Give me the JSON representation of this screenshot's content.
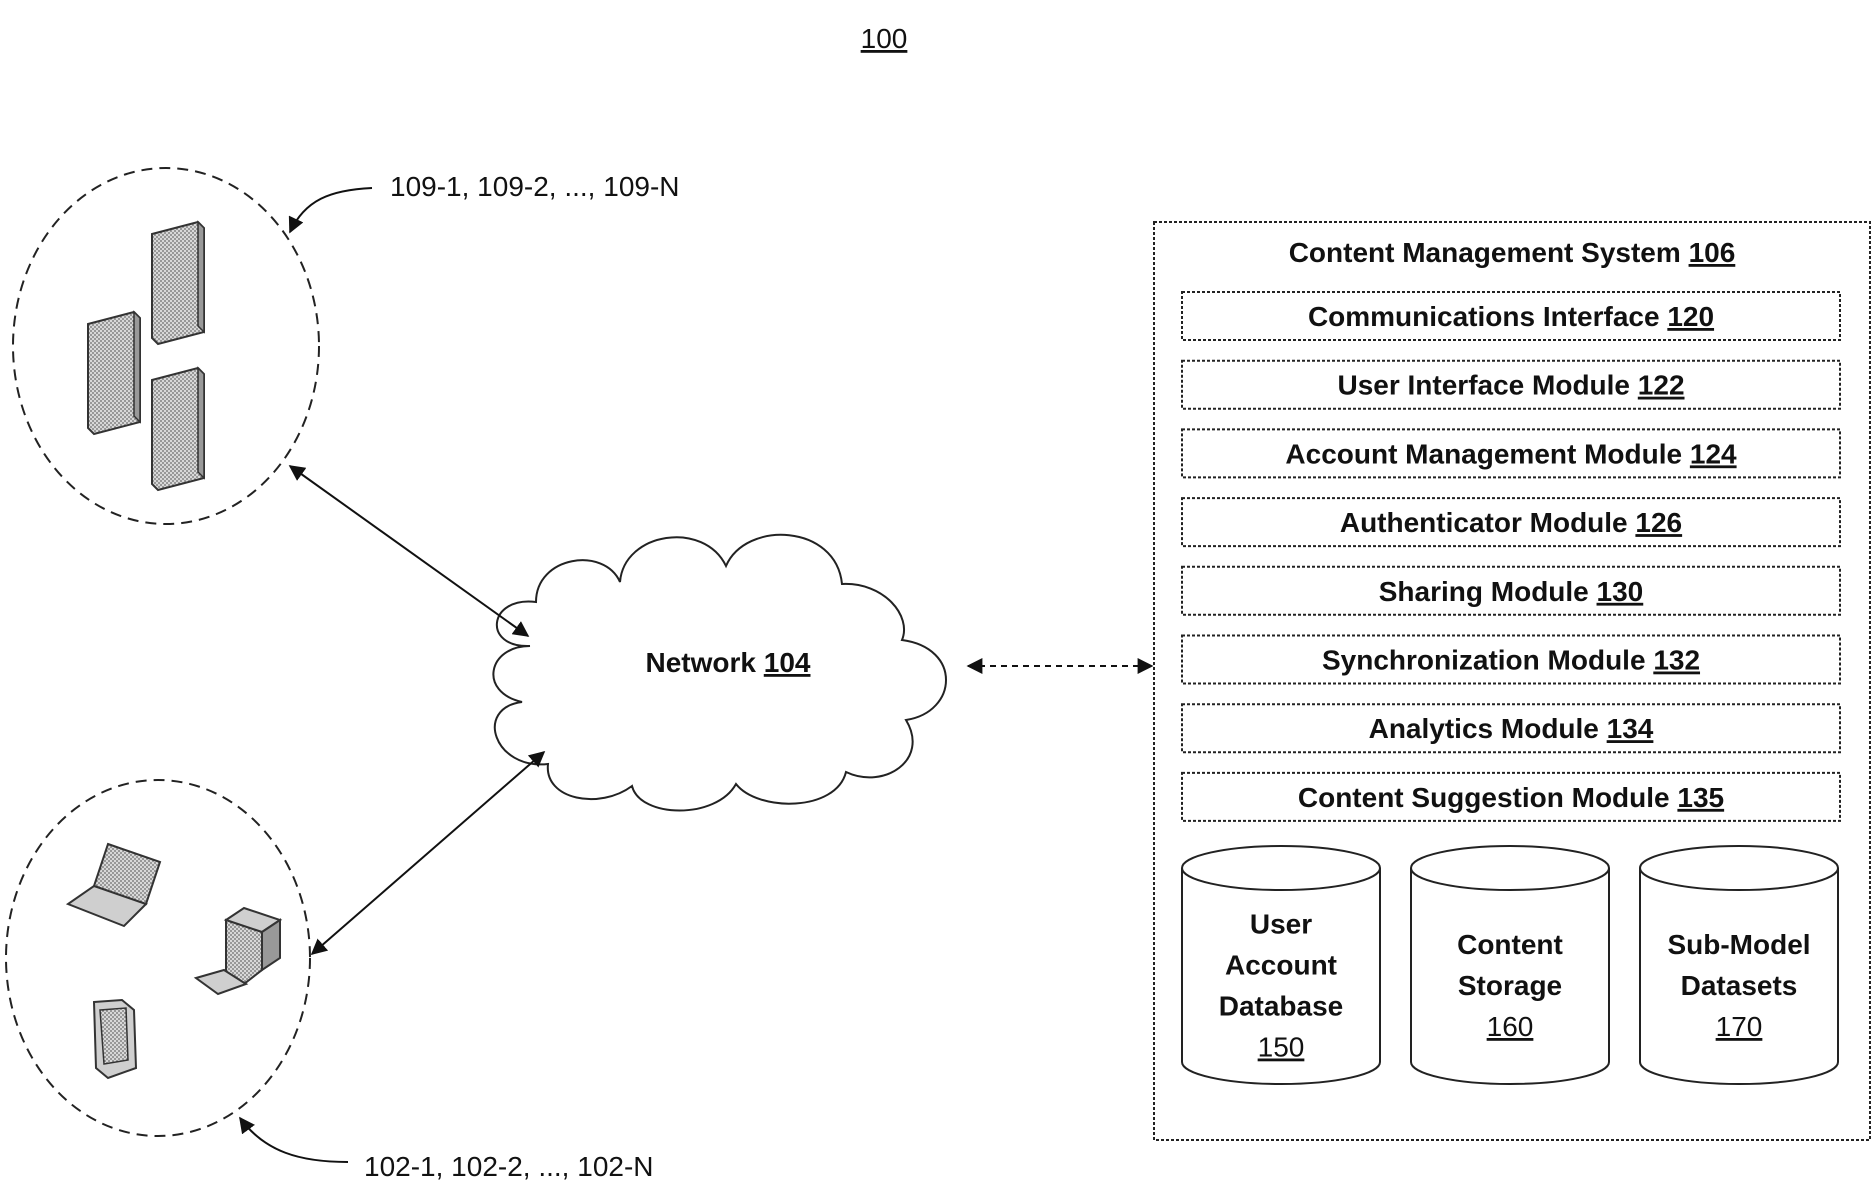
{
  "figure": {
    "number": "100"
  },
  "servers": {
    "label": "109-1, 109-2, ..., 109-N"
  },
  "clients": {
    "label": "102-1, 102-2, ..., 102-N"
  },
  "network": {
    "name": "Network",
    "ref": "104"
  },
  "cms": {
    "title": "Content Management System",
    "ref": "106",
    "modules": [
      {
        "name": "Communications Interface",
        "ref": "120"
      },
      {
        "name": "User Interface Module",
        "ref": "122"
      },
      {
        "name": "Account Management Module",
        "ref": "124"
      },
      {
        "name": "Authenticator Module",
        "ref": "126"
      },
      {
        "name": "Sharing Module",
        "ref": "130"
      },
      {
        "name": "Synchronization Module",
        "ref": "132"
      },
      {
        "name": "Analytics Module",
        "ref": "134"
      },
      {
        "name": "Content Suggestion Module",
        "ref": "135"
      }
    ],
    "stores": [
      {
        "lines": [
          "User",
          "Account",
          "Database"
        ],
        "ref": "150"
      },
      {
        "lines": [
          "Content",
          "Storage"
        ],
        "ref": "160"
      },
      {
        "lines": [
          "Sub-Model",
          "Datasets"
        ],
        "ref": "170"
      }
    ]
  }
}
